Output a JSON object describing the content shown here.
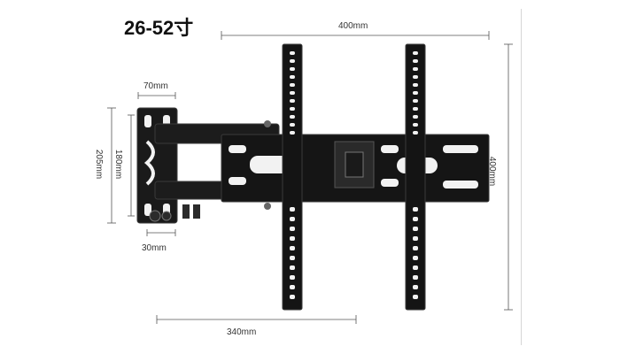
{
  "title": "26-52寸",
  "dimensions": {
    "top_width": "400mm",
    "right_height": "400mm",
    "bottom_extension": "340mm",
    "plate_width": "70mm",
    "plate_height_outer": "205mm",
    "plate_height_inner": "180mm",
    "plate_bottom": "30mm"
  },
  "colors": {
    "metal": "#1a1a1a",
    "metal_edge": "#3a3a3a",
    "hole": "#f2f2f2",
    "dim_line": "#555555"
  }
}
